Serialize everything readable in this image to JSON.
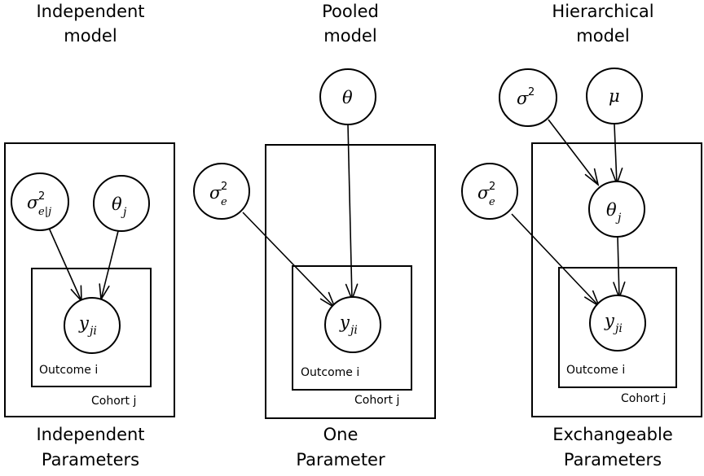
{
  "panels": [
    {
      "title_lines": [
        "Independent",
        "model"
      ],
      "caption_lines": [
        "Independent",
        "Parameters"
      ],
      "outer_plate_label": "Cohort j",
      "inner_plate_label": "Outcome i",
      "nodes": {
        "sigma": {
          "base": "σ",
          "sup": "2",
          "sub": "e|j"
        },
        "theta": {
          "base": "θ",
          "sub": "j"
        },
        "y": {
          "base": "y",
          "sub": "ji"
        }
      }
    },
    {
      "title_lines": [
        "Pooled",
        "model"
      ],
      "caption_lines": [
        "One",
        "Parameter"
      ],
      "outer_plate_label": "Cohort j",
      "inner_plate_label": "Outcome i",
      "nodes": {
        "theta": {
          "base": "θ"
        },
        "sigma": {
          "base": "σ",
          "sup": "2",
          "sub": "e"
        },
        "y": {
          "base": "y",
          "sub": "ji"
        }
      }
    },
    {
      "title_lines": [
        "Hierarchical",
        "model"
      ],
      "caption_lines": [
        "Exchangeable",
        "Parameters"
      ],
      "outer_plate_label": "Cohort j",
      "inner_plate_label": "Outcome i",
      "nodes": {
        "sigma2": {
          "base": "σ",
          "sup": "2"
        },
        "mu": {
          "base": "μ"
        },
        "theta": {
          "base": "θ",
          "sub": "j"
        },
        "sigma_e": {
          "base": "σ",
          "sup": "2",
          "sub": "e"
        },
        "y": {
          "base": "y",
          "sub": "ji"
        }
      }
    }
  ]
}
